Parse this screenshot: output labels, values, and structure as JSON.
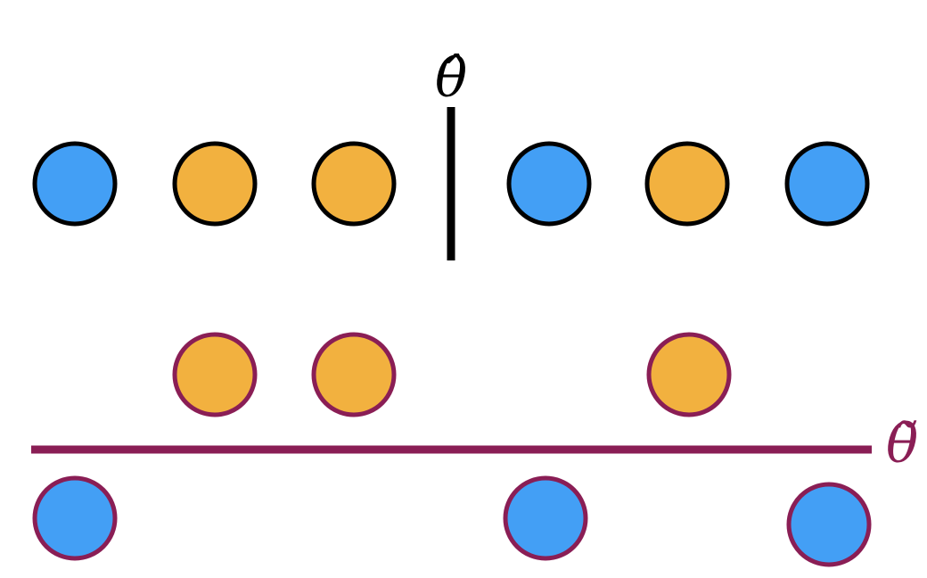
{
  "colors": {
    "blue": "#439ff5",
    "orange": "#f2b13f",
    "black": "#000000",
    "maroon": "#8a1e55",
    "background": "#ffffff"
  },
  "labels": {
    "theta_hat": "θ̂",
    "theta_tilde": "θ̃"
  },
  "rows": {
    "top": {
      "outline": "black",
      "dots": [
        {
          "fill": "blue"
        },
        {
          "fill": "orange"
        },
        {
          "fill": "orange"
        },
        {
          "fill": "blue"
        },
        {
          "fill": "orange"
        },
        {
          "fill": "blue"
        }
      ]
    },
    "middle": {
      "outline": "maroon",
      "dots": [
        {
          "fill": "orange"
        },
        {
          "fill": "orange"
        },
        {
          "fill": "orange"
        }
      ]
    },
    "bottom": {
      "outline": "maroon",
      "dots": [
        {
          "fill": "blue"
        },
        {
          "fill": "blue"
        },
        {
          "fill": "blue"
        }
      ]
    }
  },
  "dividers": {
    "vertical": {
      "color": "black"
    },
    "horizontal": {
      "color": "maroon"
    }
  }
}
